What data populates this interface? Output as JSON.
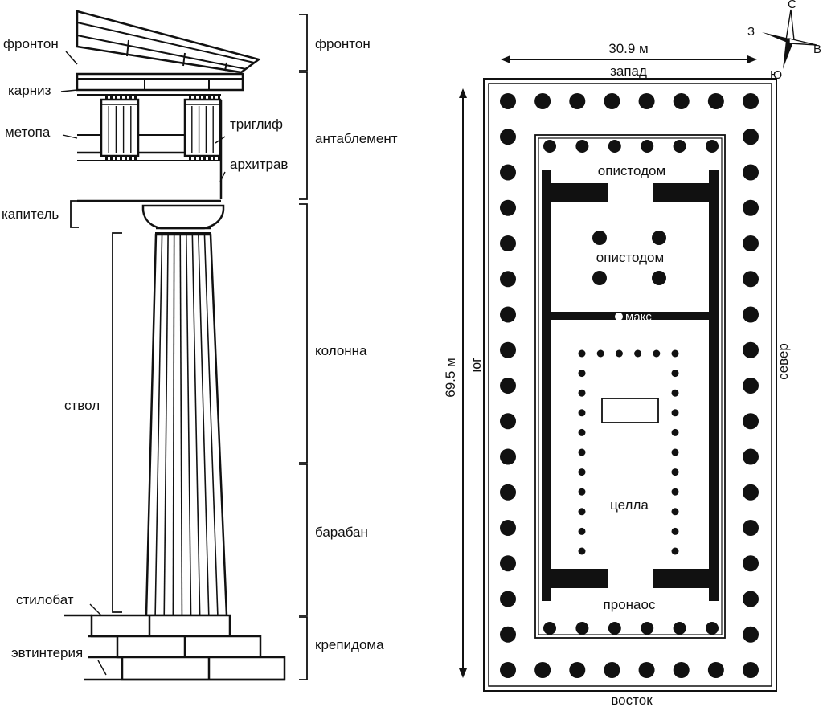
{
  "column_labels": {
    "fronton_left": "фронтон",
    "karniz": "карниз",
    "metopa": "метопа",
    "triglif": "триглиф",
    "arhitrav": "архитрав",
    "kapitel": "капитель",
    "stvol": "ствол",
    "stilobat": "стилобат",
    "evtinteria": "эвтинтерия"
  },
  "bracket_labels": {
    "fronton": "фронтон",
    "antablement": "антаблемент",
    "kolonna": "колонна",
    "baraban": "барабан",
    "krepidoma": "крепидома"
  },
  "plan": {
    "width_dim": "30.9 м",
    "length_dim": "69.5 м",
    "west": "запад",
    "east": "восток",
    "south": "юг",
    "north": "север",
    "opisthodomos_top": "опистодом",
    "opisthodomos_room": "опистодом",
    "max_label": "макс",
    "cella": "целла",
    "pronaos": "пронаос"
  },
  "compass": {
    "n": "С",
    "s": "Ю",
    "w": "З",
    "e": "В"
  },
  "colors": {
    "ink": "#111111",
    "background": "#ffffff"
  }
}
